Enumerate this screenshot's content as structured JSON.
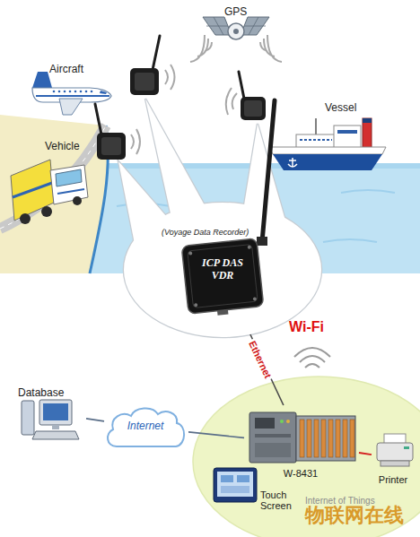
{
  "diagram": {
    "nodes": [
      {
        "text": [
          "(Voyage Data Recorder)"
        ]
      },
      {
        "text": [
          "ICP DAS VDR"
        ],
        "in": 0
      },
      {
        "text": [
          "Database"
        ]
      },
      {
        "text": [
          "Internet"
        ]
      },
      {
        "text": [
          "W-8431"
        ]
      },
      {
        "text": [
          "Printer"
        ]
      },
      {
        "text": [
          "Touch Screen"
        ]
      }
    ],
    "edges": [
      {
        "from": 1,
        "to": 4,
        "arrow": "none",
        "label": "Ethernet"
      },
      {
        "from": 2,
        "to": 3,
        "arrow": "none"
      },
      {
        "from": 3,
        "to": 4,
        "arrow": "none"
      },
      {
        "from": 4,
        "to": 5,
        "arrow": "none"
      }
    ],
    "labels": [
      "GPS",
      "Aircraft",
      "Vessel",
      "Vehicle",
      "Wi-Fi",
      "Internet of Things",
      "物联网在线"
    ]
  }
}
